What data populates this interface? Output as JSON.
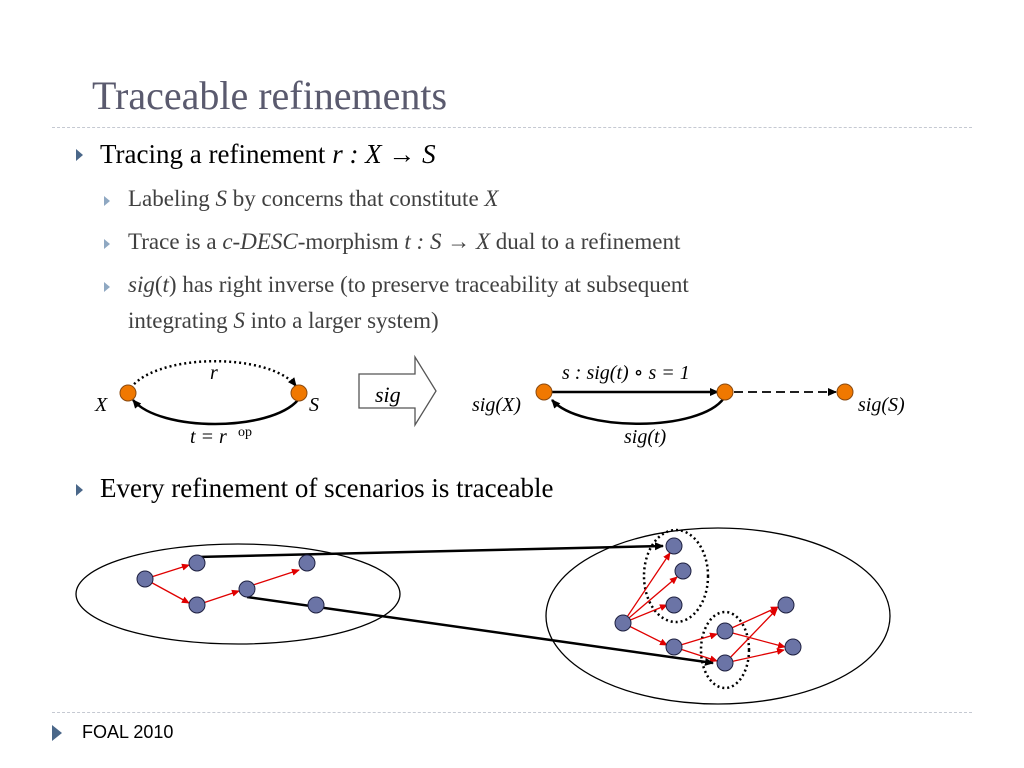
{
  "slide": {
    "title": "Traceable refinements",
    "footer": "FOAL 2010"
  },
  "bullets": {
    "b1": {
      "text": "Tracing a refinement ",
      "math": "r : X → S"
    },
    "b1_1": {
      "pre": "Labeling ",
      "var1": "S",
      "mid": " by concerns that constitute ",
      "var2": "X"
    },
    "b1_2": {
      "pre": "Trace is a ",
      "cat1": "c",
      "dash": "-",
      "cat2": "DESC",
      "mid": "-morphism ",
      "math": "t : S → X",
      "post": " dual to a refinement"
    },
    "b1_3": {
      "sig": "sig",
      "t": "t",
      "line1": " has right inverse (to preserve traceability at subsequent",
      "line2_pre": "integrating ",
      "line2_var": "S",
      "line2_post": " into a larger system)"
    },
    "b2": {
      "text": "Every refinement of scenarios is traceable"
    }
  },
  "diagram_top": {
    "left_X": "X",
    "left_S": "S",
    "left_r": "r",
    "left_t": "t = r",
    "left_op": "op",
    "sig_label": "sig",
    "right_sigX": "sig(X)",
    "right_sigS": "sig(S)",
    "right_s": "s : sig(t) ∘ s = 1",
    "right_sigt": "sig(t)"
  },
  "colors": {
    "node_orange": "#f07800",
    "node_blue": "#6b74a6",
    "arrow_red": "#e00000",
    "accent": "#4a6789"
  }
}
